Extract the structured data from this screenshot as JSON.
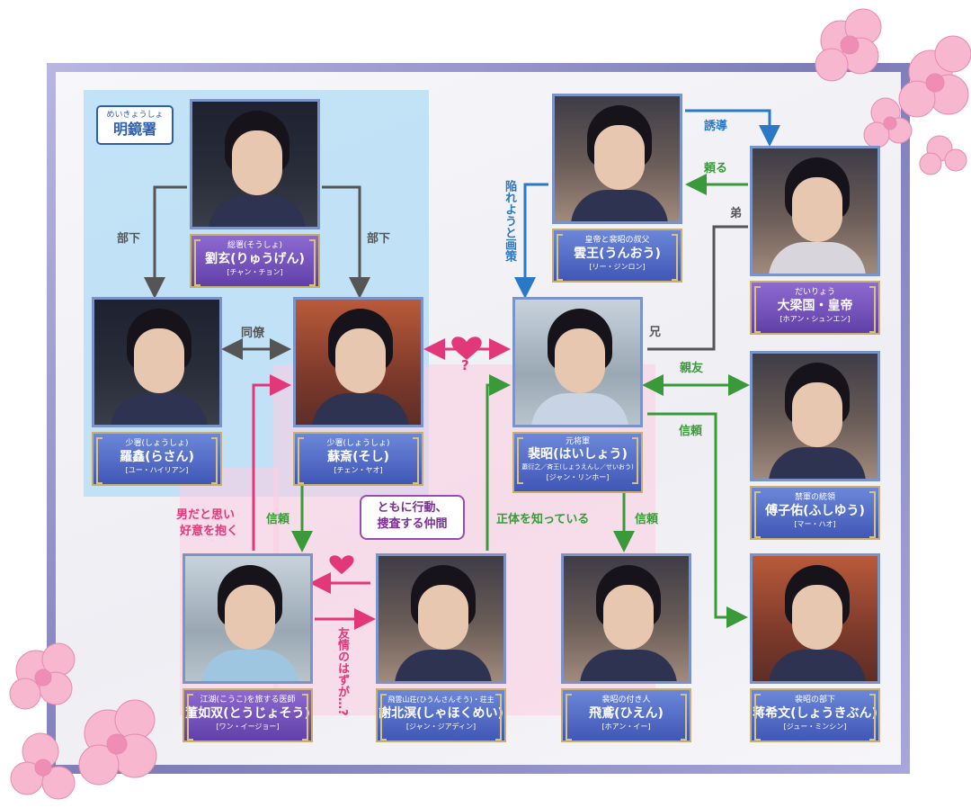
{
  "agency": {
    "ruby": "めいきょうしょ",
    "name": "明鏡署"
  },
  "group_note": [
    "ともに行動、",
    "捜査する仲間"
  ],
  "characters": {
    "ryugen": {
      "role": "総署(そうしょ)",
      "name": "劉玄(りゅうげん)",
      "actor": "[チャン・チョン]"
    },
    "rasan": {
      "role": "少署(しょうしょ)",
      "name": "羅鑫(らさん)",
      "actor": "[ユー・ハイリアン]"
    },
    "soshi": {
      "role": "少署(しょうしょ)",
      "name": "蘇斎(そし)",
      "actor": "[チェン・ヤオ]"
    },
    "unou": {
      "role": "皇帝と裴昭の叔父",
      "name": "雲王(うんおう)",
      "actor": "[リー・ジンロン]"
    },
    "kotei": {
      "role": "だいりょう",
      "name": "大梁国・皇帝",
      "actor": "[ホアン・シュンエン]"
    },
    "haisho": {
      "role": "元将軍",
      "name": "裴昭(はいしょう)",
      "name2": "蕭衍之／斉王(しょうえんし／せいおう)",
      "actor": "[ジャン・リンホー]"
    },
    "fushiyu": {
      "role": "禁軍の統領",
      "name": "傅子佑(ふしゆう)",
      "actor": "[マー・ハオ]"
    },
    "tojoso": {
      "role": "江湖(こうこ)を旅する医師",
      "name": "董如双(とうじょそう)",
      "actor": "[ワン・イージョー]"
    },
    "shahoku": {
      "role": "飛雲山荘(ひうんさんそう)・荘主",
      "name": "謝北溟(しゃほくめい)",
      "actor": "[ジャン・ジアディン]"
    },
    "hien": {
      "role": "裴昭の付き人",
      "name": "飛鳶(ひえん)",
      "actor": "[ホアン・イー]"
    },
    "shokibun": {
      "role": "裴昭の部下",
      "name": "蒋希文(しょうきぶん)",
      "actor": "[ジュー・ミンシン]"
    }
  },
  "relations": {
    "buka_left": "部下",
    "buka_right": "部下",
    "doryo": "同僚",
    "question": "?",
    "yudo": "誘導",
    "tanomu": "頼る",
    "otouto": "弟",
    "ani": "兄",
    "shinyu": "親友",
    "shinrai_right": "信頼",
    "shinrai_left": "信頼",
    "shinrai_mid": "信頼",
    "otoshireru": "陥れようと画策",
    "shotai": "正体を知っている",
    "otoko": [
      "男だと思い",
      "好意を抱く"
    ],
    "yujo": "友情のはずが…?"
  },
  "colors": {
    "gray": "#555555",
    "green": "#3a9a3a",
    "blue": "#2a78c6",
    "pink": "#e2387a",
    "plate": "#4f6ac8",
    "frame": "#8d8bc6"
  }
}
